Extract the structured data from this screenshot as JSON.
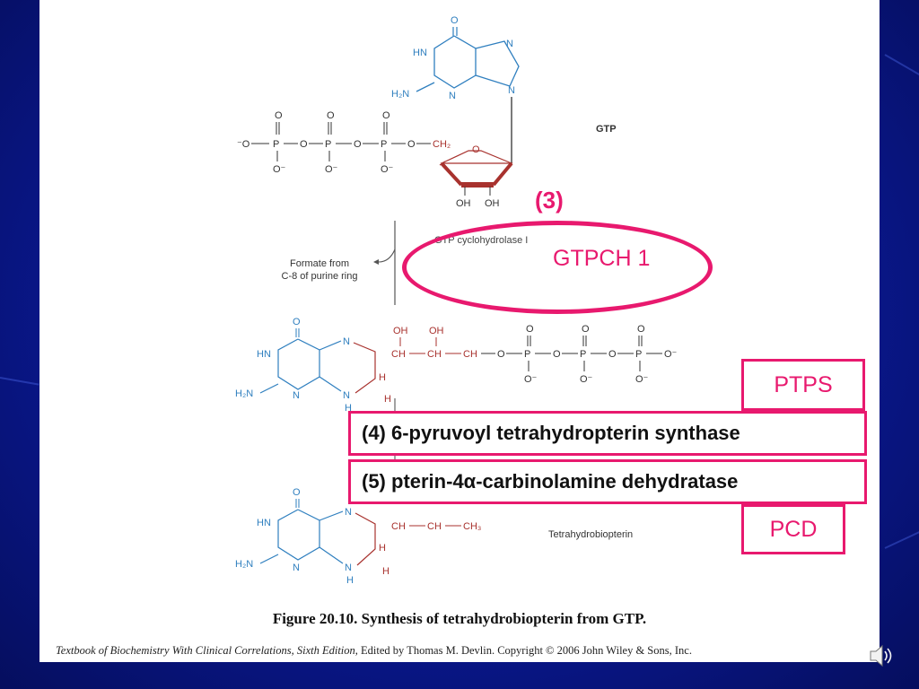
{
  "labels": {
    "gtp": "GTP",
    "enzyme_original": "GTP cyclohydrolase I",
    "formate_line1": "Formate from",
    "formate_line2": "C-8 of purine ring",
    "thb": "Tetrahydrobiopterin"
  },
  "annotations": {
    "step3": "(3)",
    "gtpch": "GTPCH 1",
    "ptps": "PTPS",
    "pcd": "PCD",
    "enzyme4": "(4) 6-pyruvoyl tetrahydropterin synthase",
    "enzyme5": "(5) pterin-4α-carbinolamine dehydratase"
  },
  "caption": {
    "figure": "Figure 20.10.  Synthesis of tetrahydrobiopterin from GTP.",
    "credit_title": "Textbook of Biochemistry With Clinical Correlations, Sixth Edition",
    "credit_rest": ", Edited by Thomas M. Devlin. Copyright © 2006 John Wiley & Sons, Inc."
  },
  "atoms": {
    "O": "O",
    "HN": "HN",
    "N": "N",
    "H2N": "H₂N",
    "H": "H",
    "OH": "OH",
    "CH": "CH",
    "CH2": "CH₂",
    "CH3": "CH₃",
    "Ominus": "O⁻",
    "minusO": "⁻O",
    "P": "P",
    "dbl": "‖",
    "bar": "|"
  },
  "colors": {
    "accent": "#e8196e",
    "pteridine_blue": "#2f7fbf",
    "sidechain_red": "#a8322e",
    "background": "#0a1890"
  }
}
